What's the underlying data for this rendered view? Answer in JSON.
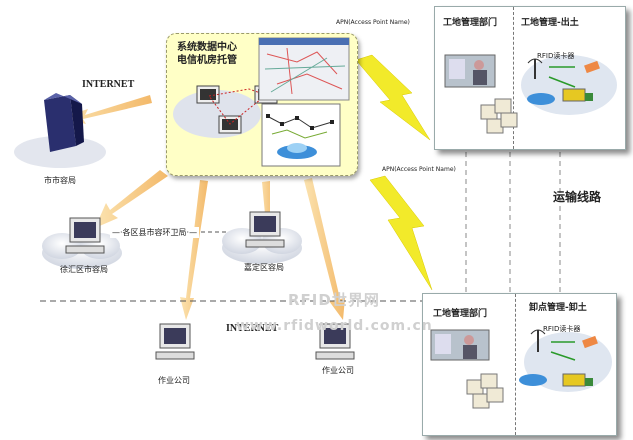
{
  "datacenter": {
    "title_line1": "系统数据中心",
    "title_line2": "电信机房托管"
  },
  "internet_top": "INTERNET",
  "internet_bottom": "INTERNET",
  "city_bureau": "市市容局",
  "district_center_label": "—·各区县市容环卫局·—",
  "xuhui_bureau": "徐汇区市容局",
  "jiading_bureau": "嘉定区容局",
  "work_company_left": "作业公司",
  "work_company_right": "作业公司",
  "apn_top": "APN(Access Point Name)",
  "apn_bottom": "APN(Access Point Name)",
  "site_top": {
    "dept": "工地管理部门",
    "zone": "工地管理-出土",
    "rfid": "RFID读卡器"
  },
  "site_bottom": {
    "dept": "工地管理部门",
    "zone": "卸点管理-卸土",
    "rfid": "RFID读卡器"
  },
  "transport_route": "运输线路",
  "watermark_line1": "RFID世界网",
  "watermark_line2": "www.rfidworld.com.cn",
  "colors": {
    "datacenter_fill": "#ffffc6",
    "lightning": "#f2ea2a",
    "arrow": "#f5c77e",
    "cloud": "#e6e9f0"
  }
}
